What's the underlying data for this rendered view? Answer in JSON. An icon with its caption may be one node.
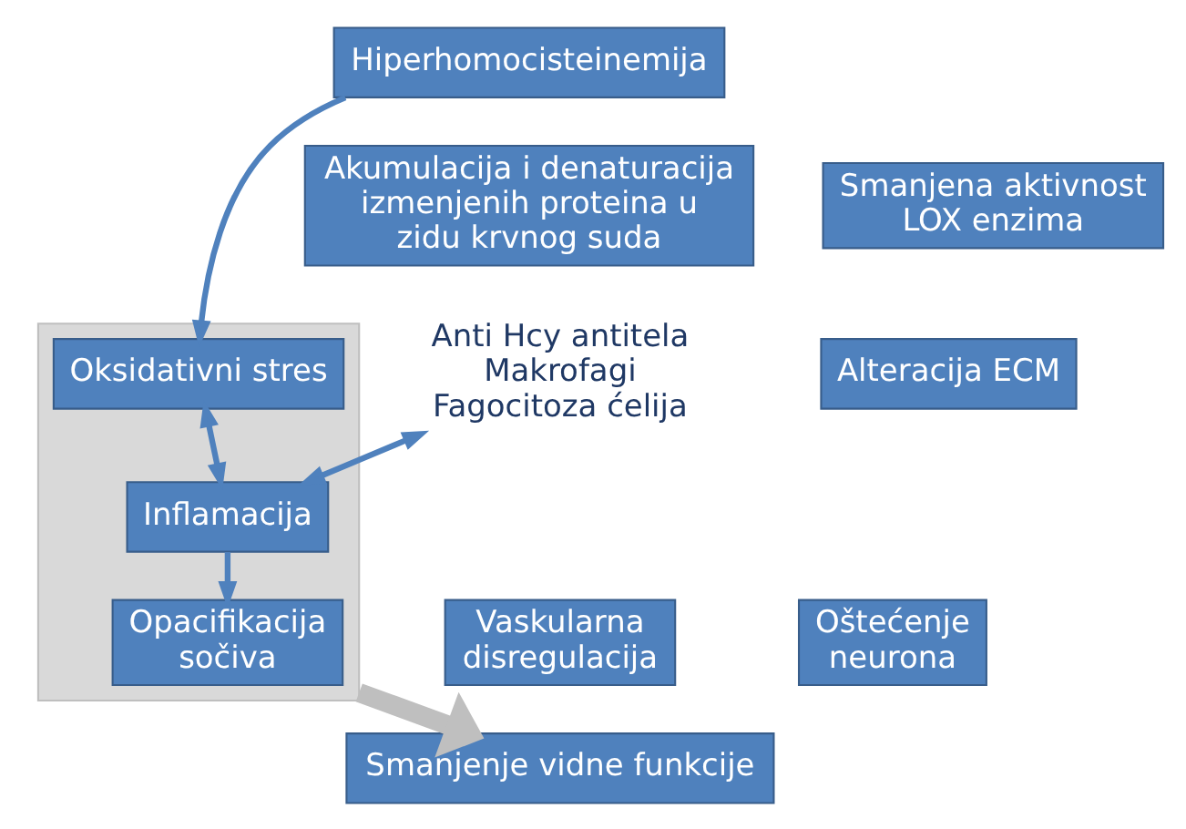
{
  "diagram": {
    "nodes": [
      {
        "text": [
          "Hiperhomocisteinemija"
        ]
      },
      {
        "text": [],
        "shape": "arrow"
      },
      {
        "text": [
          "Akumulacija i denaturacija izmenjenih proteina u zidu krvnog suda"
        ]
      },
      {
        "text": [
          "Oksidativni stres"
        ],
        "in": 1
      },
      {
        "text": [
          "Smanjena aktivnost LOX enzima"
        ]
      },
      {
        "text": [
          "Anti Hcy antitela",
          "Makrofagi",
          "Fagocitoza ćelija"
        ]
      },
      {
        "text": [
          "Inflamacija"
        ],
        "in": 1
      },
      {
        "text": [
          "Alteracija ECM"
        ]
      },
      {
        "text": [
          "Vaskularna disregulacija"
        ]
      },
      {
        "text": [
          "Opacifikacija sočiva"
        ],
        "in": 1
      },
      {
        "text": [
          "Oštećenje neurona"
        ]
      },
      {
        "text": [
          "Smanjenje vidne funkcije"
        ]
      }
    ],
    "edges": [
      {
        "from": 0,
        "to": 3,
        "arrow": "to"
      },
      {
        "from": 3,
        "to": 6,
        "arrow": "both"
      },
      {
        "from": 5,
        "to": 6,
        "arrow": "both"
      },
      {
        "from": 6,
        "to": 9,
        "arrow": "to"
      },
      {
        "from": 1,
        "to": 11,
        "arrow": "to",
        "style": "thick",
        "color": "#bfbfbf"
      }
    ]
  }
}
